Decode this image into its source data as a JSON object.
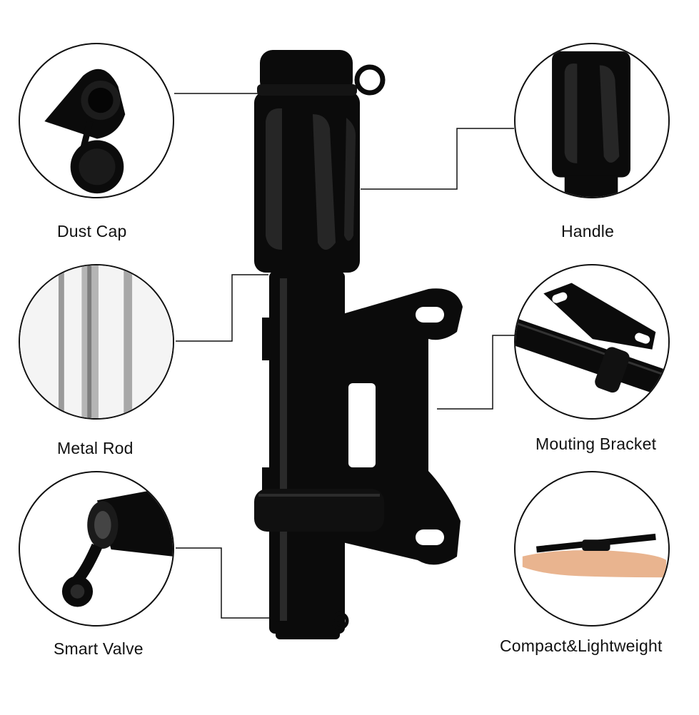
{
  "features": [
    {
      "key": "dust_cap",
      "label": "Dust Cap",
      "icon": "dust-cap-icon"
    },
    {
      "key": "handle",
      "label": "Handle",
      "icon": "handle-icon"
    },
    {
      "key": "metal_rod",
      "label": "Metal Rod",
      "icon": "metal-rod-icon"
    },
    {
      "key": "mounting_bracket",
      "label": "Mouting Bracket",
      "icon": "bracket-icon"
    },
    {
      "key": "smart_valve",
      "label": "Smart Valve",
      "icon": "valve-icon"
    },
    {
      "key": "compact",
      "label": "Compact&Lightweight",
      "icon": "hand-icon"
    }
  ],
  "colors": {
    "pump": "#0b0b0b",
    "highlight": "#3a3a3a",
    "line": "#111111",
    "skin": "#e9b48f"
  }
}
